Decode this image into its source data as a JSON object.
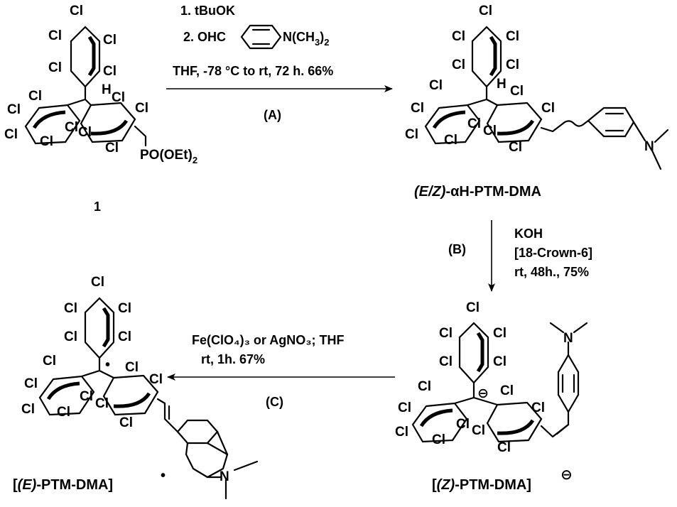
{
  "atoms": {
    "cl": "Cl",
    "h": "H",
    "n": "N",
    "phosphonate_main": "PO(OEt)",
    "phosphonate_sub": "2",
    "radical_dot": "•",
    "anion_sign": "⊖"
  },
  "compounds": {
    "c1": "1",
    "ah_prefix": "(E/Z)",
    "ah_name": "-αH-PTM-DMA",
    "anion_open": "[",
    "anion_iso": "(Z)",
    "anion_name": "-PTM-DMA]",
    "radical_open": "[",
    "radical_iso": "(E)",
    "radical_name": "-PTM-DMA]"
  },
  "steps": {
    "a": {
      "line1": "1. tBuOK",
      "line2_prefix": "2. OHC",
      "line2_group": "N(CH",
      "line2_sub1": "3",
      "line2_close": ")",
      "line2_sub2": "2",
      "line3": "THF, -78 °C to rt, 72 h. 66%",
      "tag": "(A)"
    },
    "b": {
      "tag": "(B)",
      "line1": "KOH",
      "line2": "[18-Crown-6]",
      "line3": "rt, 48h., 75%"
    },
    "c": {
      "line1": "Fe(ClO₄)₃ or AgNO₃; THF",
      "line2": "rt, 1h. 67%",
      "tag": "(C)"
    }
  }
}
